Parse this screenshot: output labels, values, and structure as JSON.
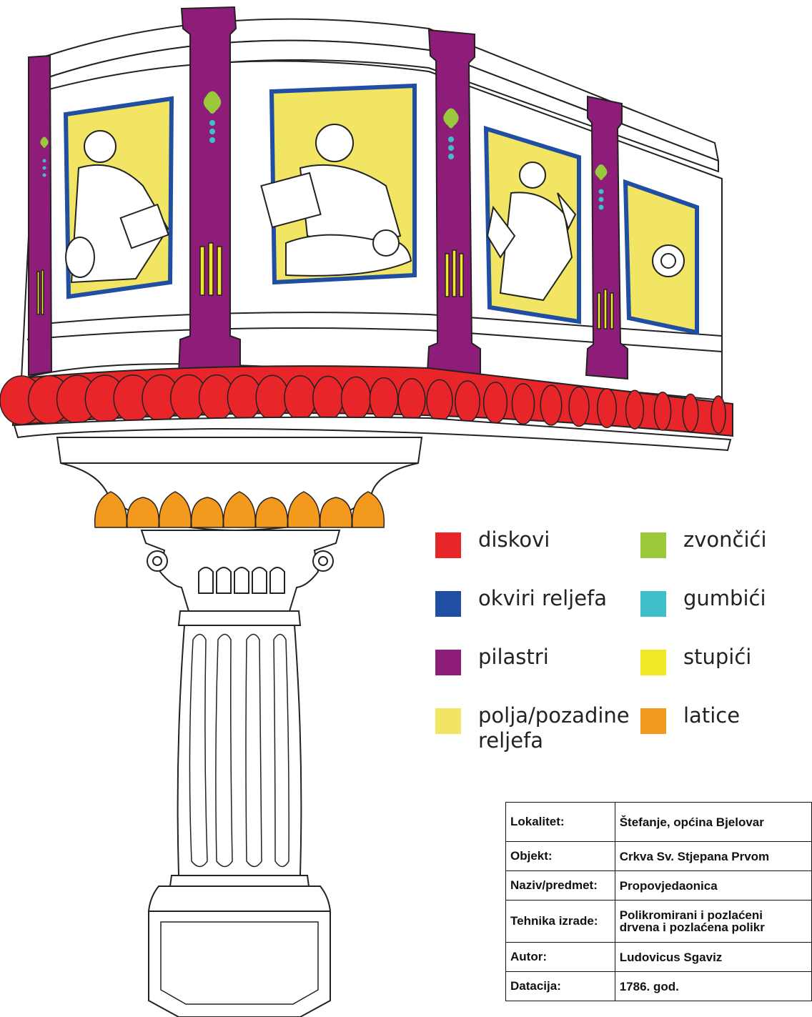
{
  "legend": [
    {
      "label": "diskovi",
      "color": "#e8262a"
    },
    {
      "label": "okviri reljefa",
      "color": "#1f4ea3"
    },
    {
      "label": "pilastri",
      "color": "#8e1d7a"
    },
    {
      "label": "polja/pozadine reljefa",
      "color": "#f2e563"
    },
    {
      "label": "zvončići",
      "color": "#9ac93c"
    },
    {
      "label": "gumbići",
      "color": "#3fc0c8"
    },
    {
      "label": "stupići",
      "color": "#f0e827"
    },
    {
      "label": "latice",
      "color": "#f39a1e"
    }
  ],
  "info": [
    {
      "key": "Lokalitet:",
      "value": "Štefanje, općina Bjelovar"
    },
    {
      "key": "Objekt:",
      "value": "Crkva Sv. Stjepana Prvom"
    },
    {
      "key": "Naziv/predmet:",
      "value": "Propovjedaonica"
    },
    {
      "key": "Tehnika izrade:",
      "value": "Polikromirani i pozlaćeni",
      "value2": "drvena i pozlaćena polikr"
    },
    {
      "key": "Autor:",
      "value": "Ludovicus Sgaviz"
    },
    {
      "key": "Datacija:",
      "value": "1786. god."
    }
  ],
  "icons": {
    "saints": [
      "saint-luke-relief-icon",
      "saint-peter-relief-icon",
      "saint-john-relief-icon"
    ],
    "rosette": "rosette-icon"
  }
}
